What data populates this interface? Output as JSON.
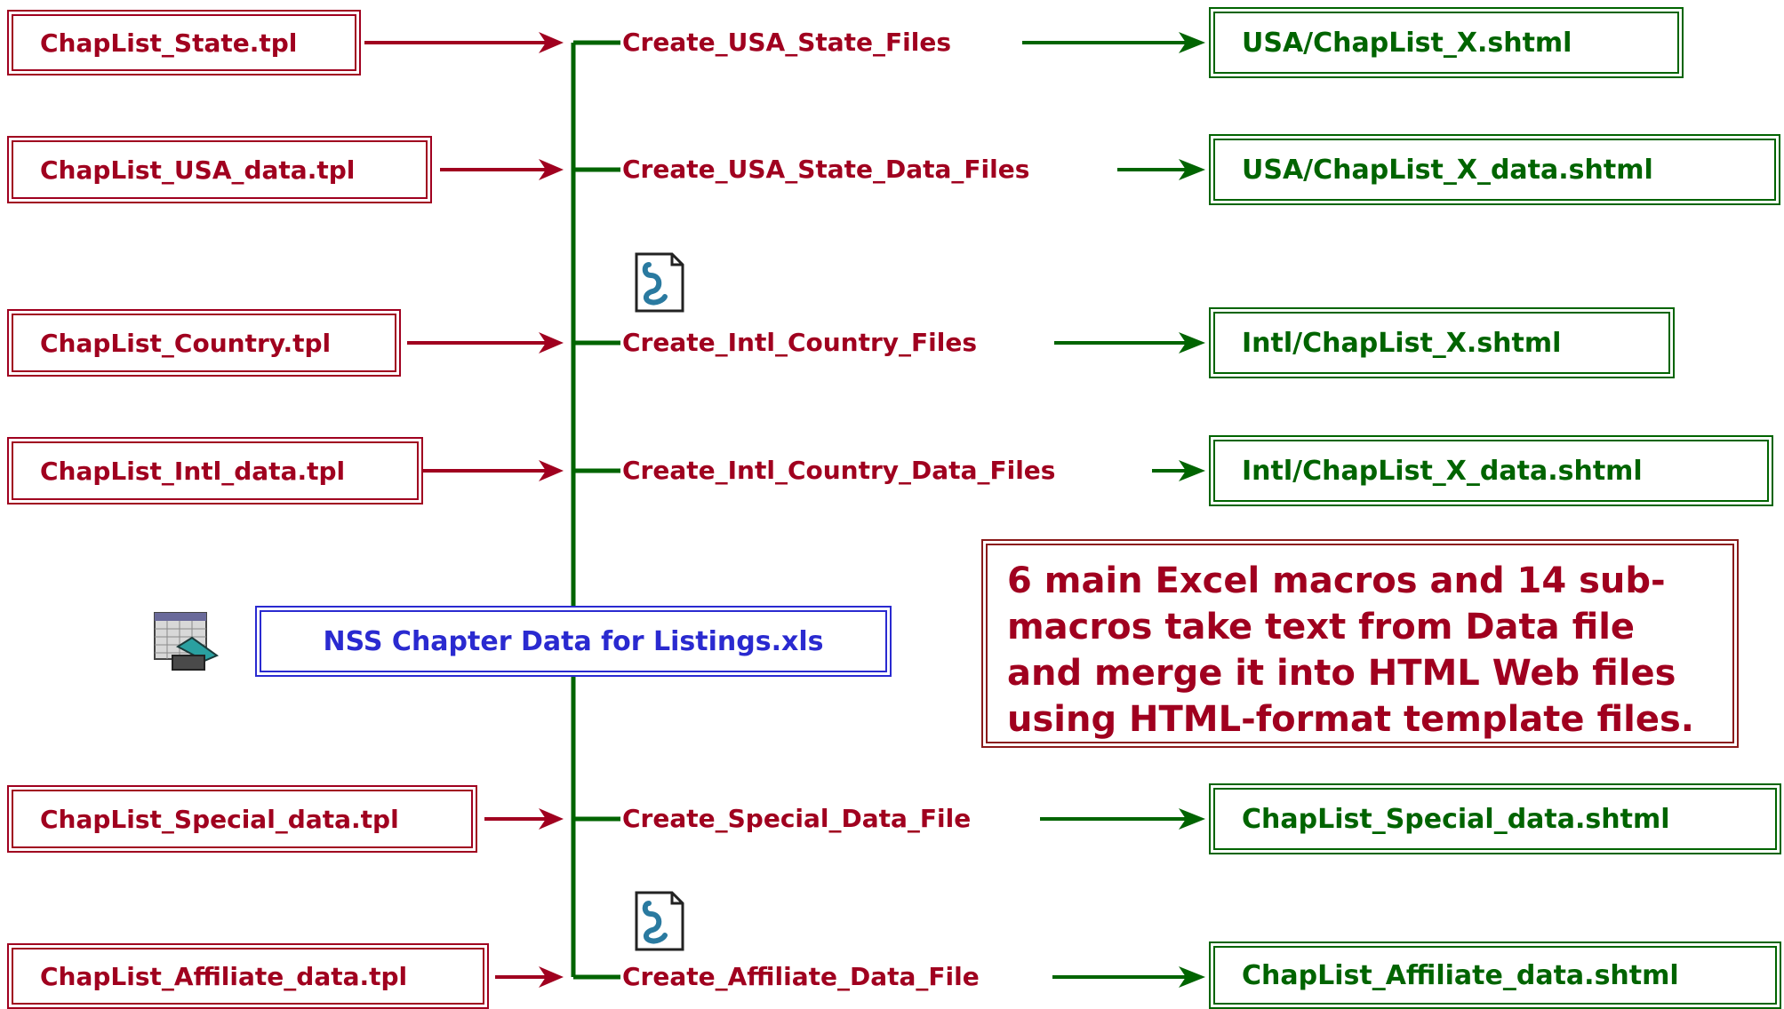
{
  "colors": {
    "template": "#a0001f",
    "output": "#006400",
    "source": "#2a2ad0",
    "note_border": "#8a1a1a"
  },
  "templates": [
    {
      "label": "ChapList_State.tpl"
    },
    {
      "label": "ChapList_USA_data.tpl"
    },
    {
      "label": "ChapList_Country.tpl"
    },
    {
      "label": "ChapList_Intl_data.tpl"
    },
    {
      "label": "ChapList_Special_data.tpl"
    },
    {
      "label": "ChapList_Affiliate_data.tpl"
    }
  ],
  "macros": [
    {
      "label": "Create_USA_State_Files"
    },
    {
      "label": "Create_USA_State_Data_Files"
    },
    {
      "label": "Create_Intl_Country_Files"
    },
    {
      "label": "Create_Intl_Country_Data_Files"
    },
    {
      "label": "Create_Special_Data_File"
    },
    {
      "label": "Create_Affiliate_Data_File"
    }
  ],
  "outputs": [
    {
      "label": "USA/ChapList_X.shtml"
    },
    {
      "label": "USA/ChapList_X_data.shtml"
    },
    {
      "label": "Intl/ChapList_X.shtml"
    },
    {
      "label": "Intl/ChapList_X_data.shtml"
    },
    {
      "label": "ChapList_Special_data.shtml"
    },
    {
      "label": "ChapList_Affiliate_data.shtml"
    }
  ],
  "source": {
    "label": "NSS Chapter Data for Listings.xls",
    "icon": "excel-spreadsheet-icon"
  },
  "note": {
    "text": "6 main Excel macros and 14 sub-macros take text from Data file and merge it into HTML Web files using HTML-format template files."
  },
  "icons": {
    "script": "script-scroll-icon"
  }
}
